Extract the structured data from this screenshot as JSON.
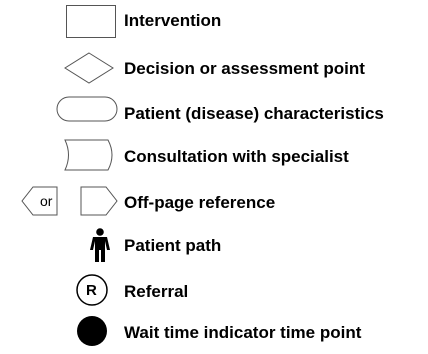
{
  "legend": {
    "items": [
      {
        "symbol": "rectangle",
        "label": "Intervention"
      },
      {
        "symbol": "diamond",
        "label": "Decision or assessment point"
      },
      {
        "symbol": "rounded-rectangle",
        "label": "Patient (disease) characteristics"
      },
      {
        "symbol": "curved-side-box",
        "label": "Consultation with specialist"
      },
      {
        "symbol": "off-page-arrows",
        "label": "Off-page reference",
        "connector_text": "or"
      },
      {
        "symbol": "person",
        "label": "Patient path"
      },
      {
        "symbol": "circle-letter",
        "label": "Referral",
        "symbol_text": "R"
      },
      {
        "symbol": "filled-circle",
        "label": "Wait time indicator time point"
      }
    ]
  }
}
